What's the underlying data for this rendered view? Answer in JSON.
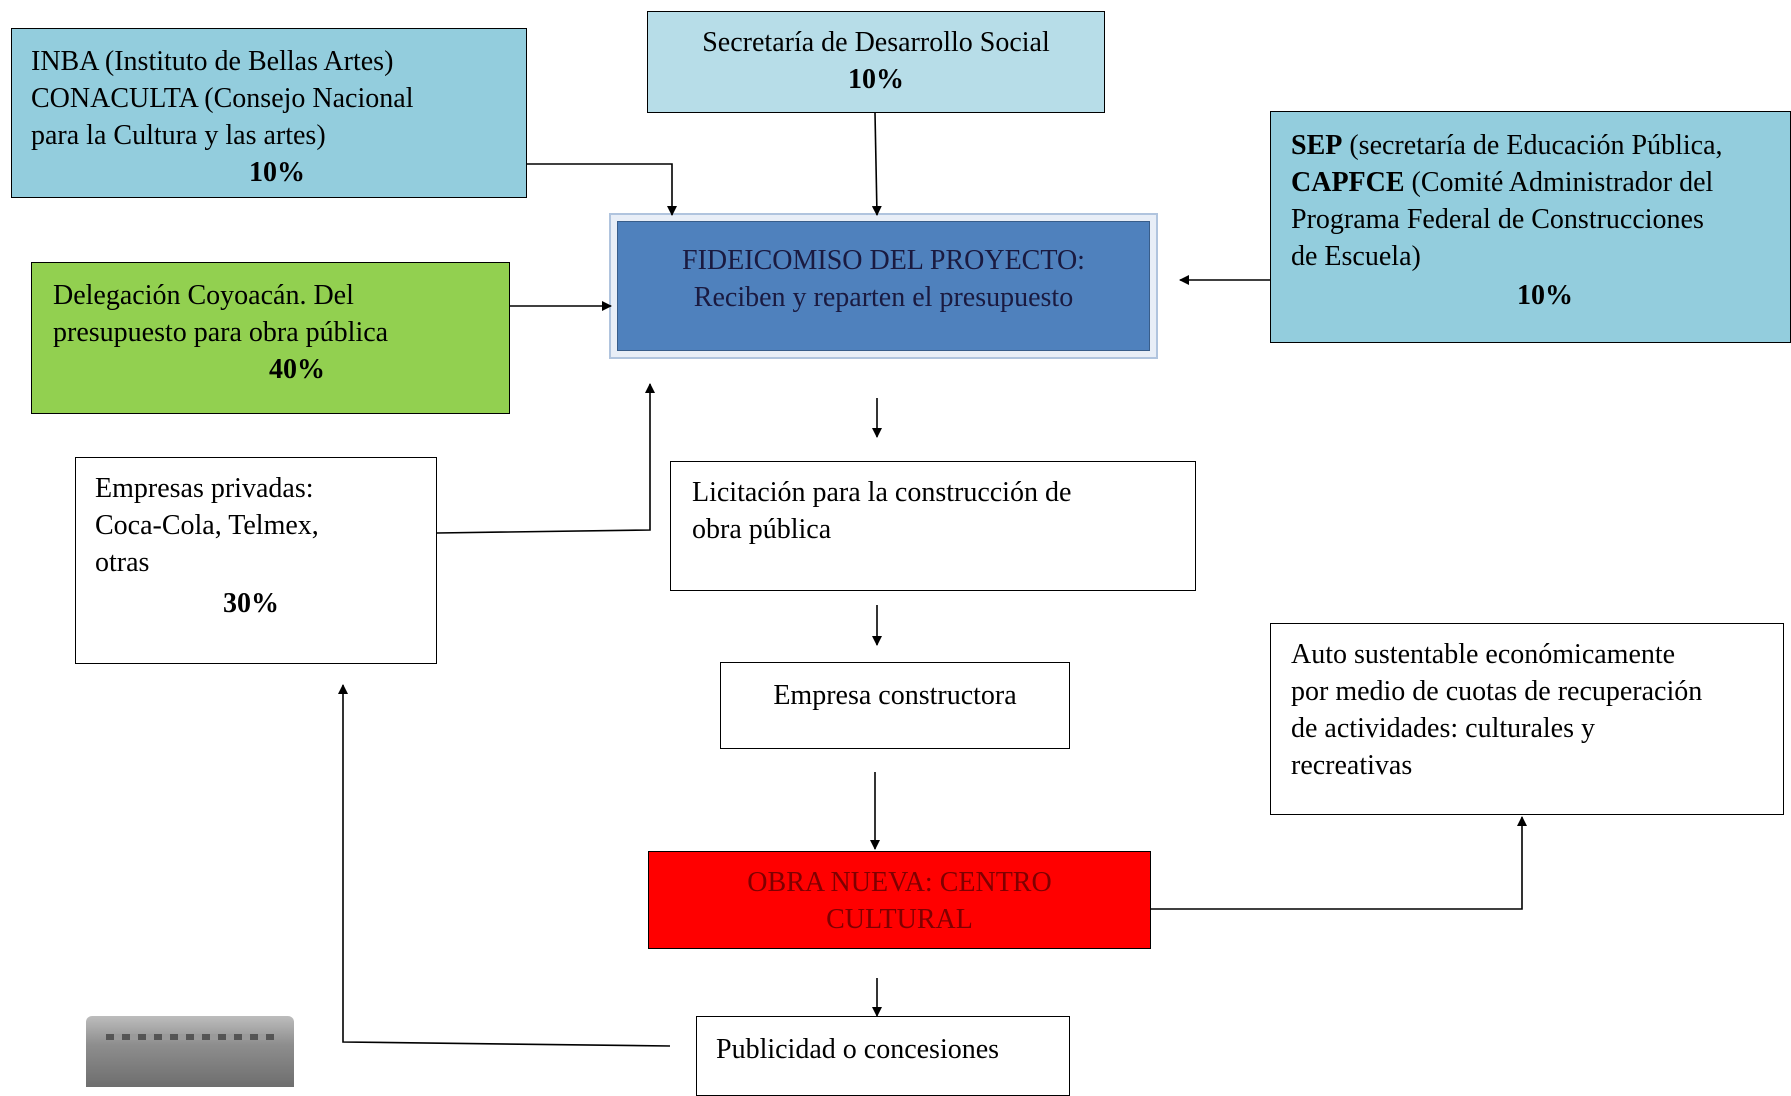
{
  "nodes": {
    "inba": {
      "line1": "INBA (Instituto de Bellas Artes)",
      "line2": "CONACULTA (Consejo Nacional",
      "line3": "para la Cultura y las artes)",
      "percent": "10%"
    },
    "desarrollo_social": {
      "label": "Secretaría de Desarrollo Social",
      "percent": "10%"
    },
    "sep": {
      "sep_bold": "SEP",
      "sep_rest": " (secretaría de Educación Pública,",
      "capfce_bold": "CAPFCE",
      "capfce_rest": " (Comité Administrador del",
      "line3": "Programa Federal de Construcciones",
      "line4": "de Escuela)",
      "percent": "10%"
    },
    "fideicomiso": {
      "line1": "FIDEICOMISO DEL PROYECTO:",
      "line2": "Reciben y reparten el presupuesto"
    },
    "coyoacan": {
      "line1": "Delegación Coyoacán. Del",
      "line2": "presupuesto para obra pública",
      "percent": "40%"
    },
    "empresas_privadas": {
      "line1": "Empresas privadas:",
      "line2": "Coca-Cola, Telmex,",
      "line3": "otras",
      "percent": "30%"
    },
    "licitacion": {
      "line1": "Licitación para la construcción de",
      "line2": "obra pública"
    },
    "constructora": {
      "label": "Empresa constructora"
    },
    "autosustentable": {
      "line1": "Auto sustentable económicamente",
      "line2": "por medio de cuotas de recuperación",
      "line3": "de actividades: culturales y",
      "line4": "recreativas"
    },
    "obra_nueva": {
      "line1": "OBRA NUEVA: CENTRO",
      "line2": "CULTURAL"
    },
    "publicidad": {
      "label": "Publicidad o concesiones"
    }
  },
  "colors": {
    "light_blue": "#b7dde8",
    "medium_blue": "#93cddd",
    "fideicomiso_blue": "#4f81bd",
    "green": "#92d050",
    "red": "#ff0000",
    "red_text": "#7f0000"
  }
}
